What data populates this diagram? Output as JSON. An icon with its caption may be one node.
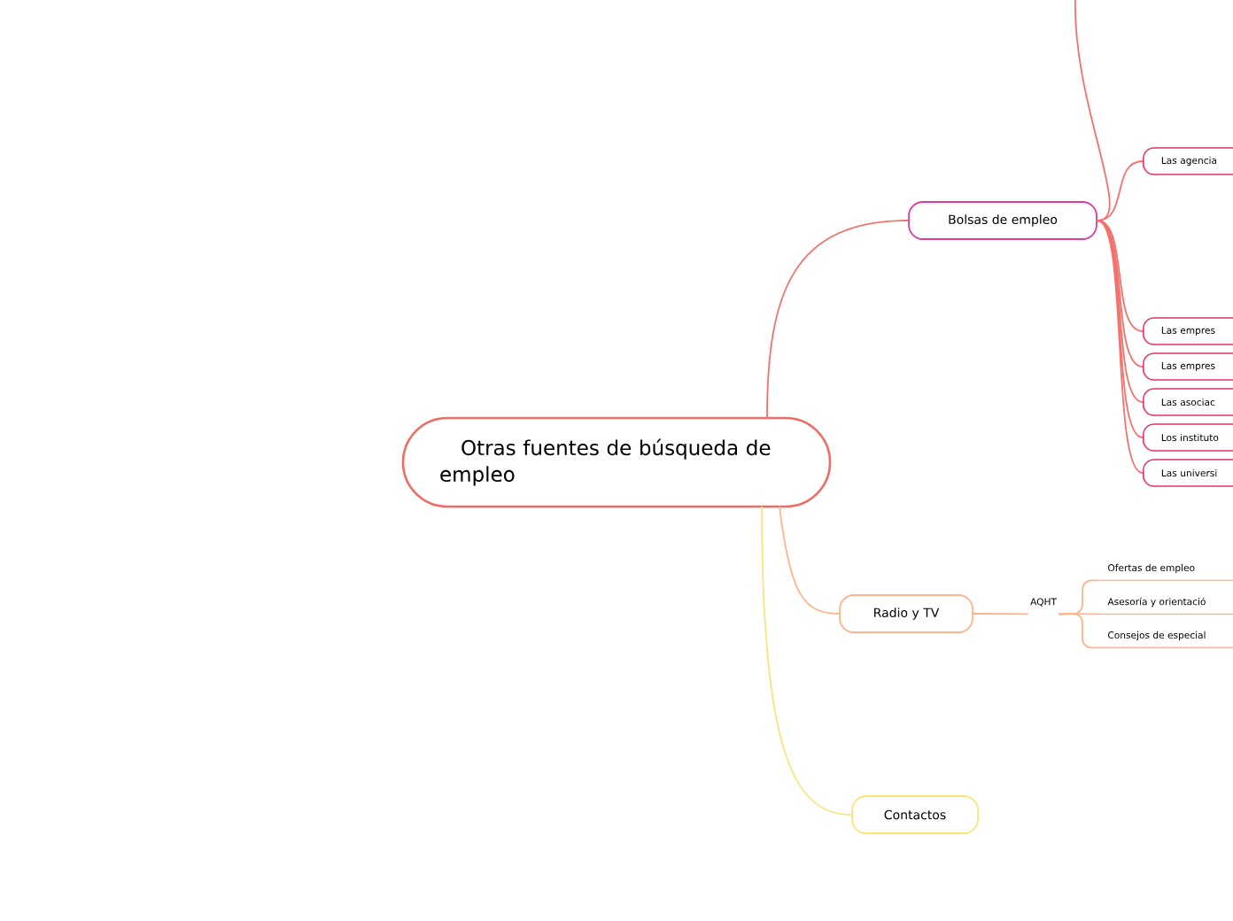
{
  "diagram": {
    "nodes": [
      {
        "text": [
          "Otras fuentes de búsqueda de empleo"
        ]
      },
      {
        "text": [
          "Bolsas de empleo"
        ]
      },
      {
        "text": [
          "Las agencia"
        ]
      },
      {
        "text": [
          "Las empres"
        ]
      },
      {
        "text": [
          "Las empres"
        ]
      },
      {
        "text": [
          "Las asociac"
        ]
      },
      {
        "text": [
          "Los instituto"
        ]
      },
      {
        "text": [
          "Las universi"
        ]
      },
      {
        "text": [
          "Radio y TV"
        ]
      },
      {
        "text": [
          "AQHT"
        ]
      },
      {
        "text": [
          "Ofertas de empleo"
        ]
      },
      {
        "text": [
          "Asesoría y orientació"
        ]
      },
      {
        "text": [
          "Consejos de especial"
        ]
      },
      {
        "text": [
          "Contactos"
        ]
      }
    ],
    "edges": [
      {
        "from": 0,
        "to": 1,
        "arrow": "none"
      },
      {
        "from": 1,
        "to": null,
        "arrow": "none"
      },
      {
        "from": 1,
        "to": 2,
        "arrow": "none"
      },
      {
        "from": 1,
        "to": 3,
        "arrow": "none"
      },
      {
        "from": 1,
        "to": 4,
        "arrow": "none"
      },
      {
        "from": 1,
        "to": 5,
        "arrow": "none"
      },
      {
        "from": 1,
        "to": 6,
        "arrow": "none"
      },
      {
        "from": 1,
        "to": 7,
        "arrow": "none"
      },
      {
        "from": 0,
        "to": 8,
        "arrow": "none",
        "color": "#ffb38a"
      },
      {
        "from": 8,
        "to": 9,
        "arrow": "none",
        "color": "#ffb38a"
      },
      {
        "from": 9,
        "to": 10,
        "arrow": "none",
        "color": "#ffb38a"
      },
      {
        "from": 9,
        "to": 11,
        "arrow": "none",
        "color": "#ffb38a"
      },
      {
        "from": 9,
        "to": 12,
        "arrow": "none",
        "color": "#ffb38a"
      },
      {
        "from": 0,
        "to": 13,
        "arrow": "none",
        "color": "#f5e77a"
      }
    ]
  }
}
